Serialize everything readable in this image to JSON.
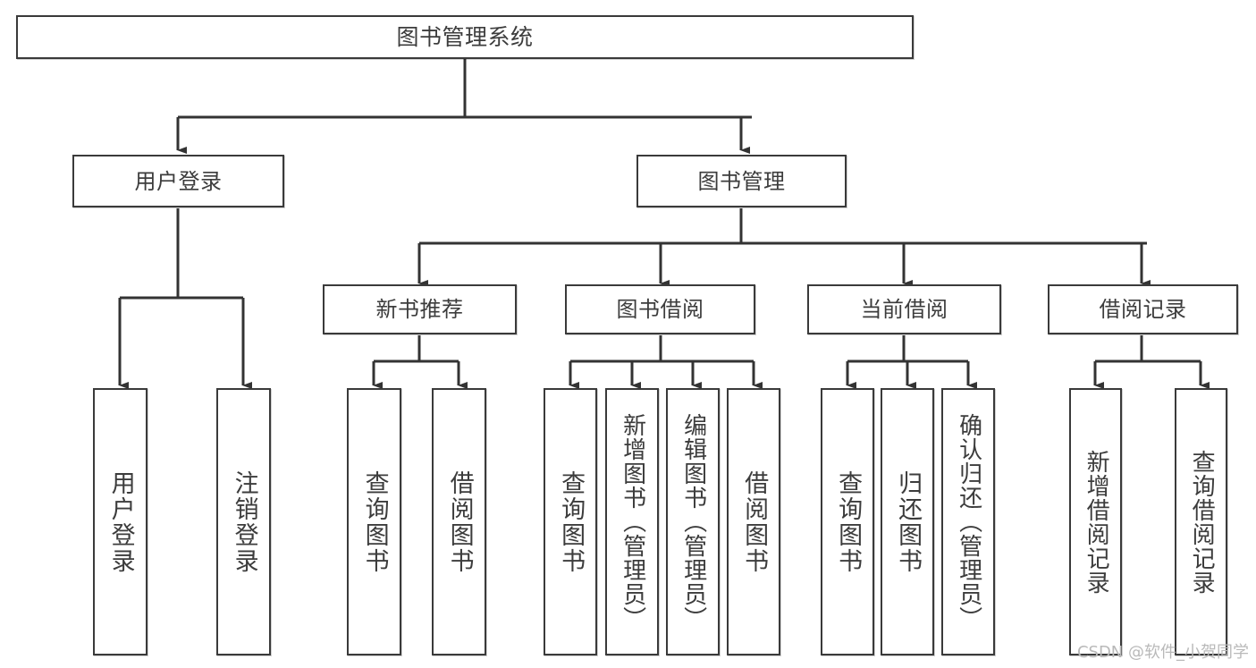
{
  "diagram": {
    "title": "图书管理系统",
    "type": "tree",
    "orientation": "top-down",
    "colors": {
      "box_border": "#3a3a3a",
      "box_fill": "#ffffff",
      "text": "#3c3c3c",
      "edge": "#333333",
      "watermark": "#b9b9b9",
      "background": "#ffffff"
    },
    "nodes": {
      "root": {
        "label": "图书管理系统"
      },
      "level2": [
        {
          "id": "user-login",
          "label": "用户登录"
        },
        {
          "id": "book-manage",
          "label": "图书管理"
        }
      ],
      "level3": [
        {
          "id": "new-book-recommend",
          "label": "新书推荐"
        },
        {
          "id": "book-borrow",
          "label": "图书借阅"
        },
        {
          "id": "current-borrow",
          "label": "当前借阅"
        },
        {
          "id": "borrow-record",
          "label": "借阅记录"
        }
      ],
      "leaves": {
        "user-login": [
          {
            "id": "leaf-user-login",
            "label": "用户登录"
          },
          {
            "id": "leaf-logout",
            "label": "注销登录"
          }
        ],
        "new-book-recommend": [
          {
            "id": "leaf-query-book-1",
            "label": "查询图书"
          },
          {
            "id": "leaf-borrow-book-1",
            "label": "借阅图书"
          }
        ],
        "book-borrow": [
          {
            "id": "leaf-query-book-2",
            "label": "查询图书"
          },
          {
            "id": "leaf-add-book",
            "label": "新增图书（管理员）"
          },
          {
            "id": "leaf-edit-book",
            "label": "编辑图书（管理员）"
          },
          {
            "id": "leaf-borrow-book-2",
            "label": "借阅图书"
          }
        ],
        "current-borrow": [
          {
            "id": "leaf-query-book-3",
            "label": "查询图书"
          },
          {
            "id": "leaf-return-book",
            "label": "归还图书"
          },
          {
            "id": "leaf-confirm-return",
            "label": "确认归还（管理员）"
          }
        ],
        "borrow-record": [
          {
            "id": "leaf-add-record",
            "label": "新增借阅记录"
          },
          {
            "id": "leaf-query-record",
            "label": "查询借阅记录"
          }
        ]
      }
    },
    "watermark": "CSDN @软件_小贺同学"
  }
}
